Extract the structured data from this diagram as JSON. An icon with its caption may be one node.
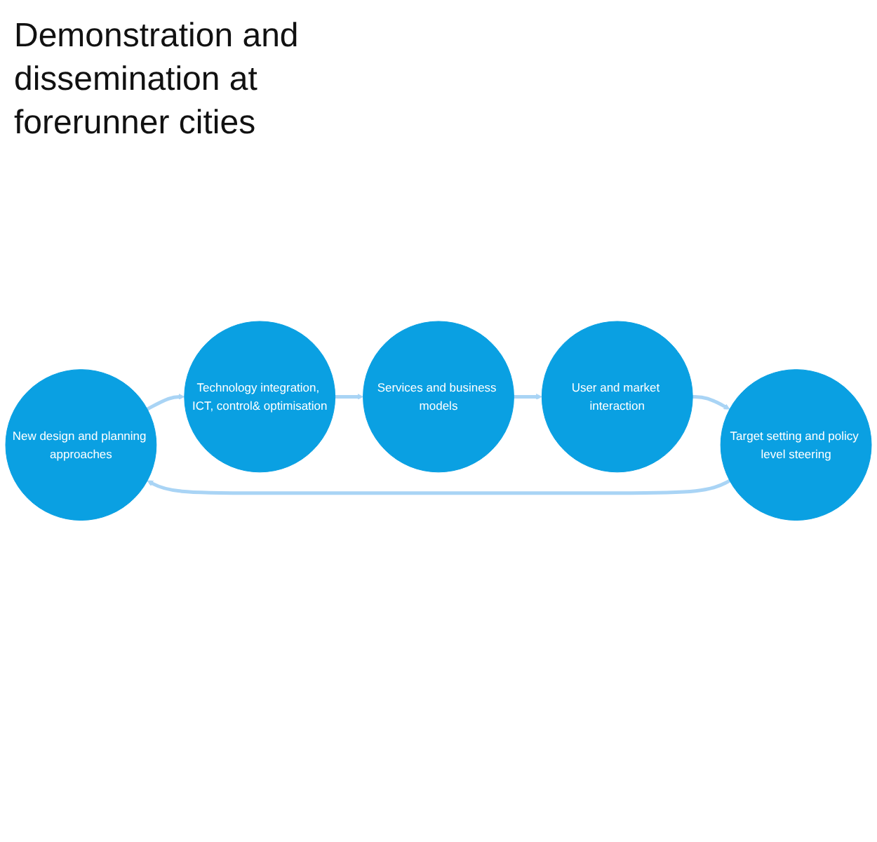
{
  "diagram": {
    "nodes": [
      {
        "text": [
          "New design and planning approaches"
        ]
      },
      {
        "text": [
          "Technology integration, ICT, control& optimisation"
        ]
      },
      {
        "text": [
          "Services and business models"
        ]
      },
      {
        "text": [
          "User and market interaction"
        ]
      },
      {
        "text": [
          "Target setting and policy level steering"
        ]
      }
    ],
    "edges": [
      {
        "from": 0,
        "to": 1,
        "arrow": "to"
      },
      {
        "from": 1,
        "to": 2,
        "arrow": "to"
      },
      {
        "from": 2,
        "to": 3,
        "arrow": "to"
      },
      {
        "from": 3,
        "to": 4,
        "arrow": "to"
      },
      {
        "from": 4,
        "to": 0,
        "arrow": "to"
      }
    ],
    "labels": [
      "Demonstration and dissemination at forerunner cities"
    ]
  }
}
